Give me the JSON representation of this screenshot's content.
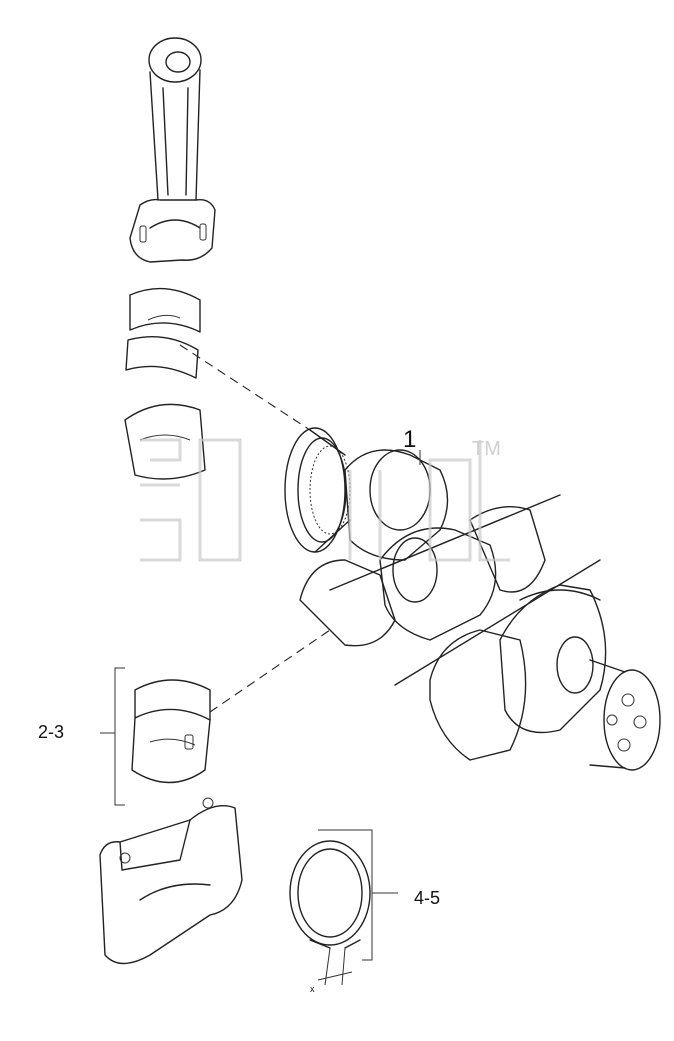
{
  "callouts": {
    "crankshaft": "1",
    "main_bearing": "2-3",
    "thrust_ring": "4-5",
    "clearance_mark": "x"
  },
  "watermark": {
    "trademark": "TM"
  },
  "icons": [
    "connecting-rod-icon",
    "rod-bearing-icon",
    "crankshaft-icon",
    "main-bearing-icon",
    "bearing-cap-icon",
    "thrust-ring-icon"
  ]
}
